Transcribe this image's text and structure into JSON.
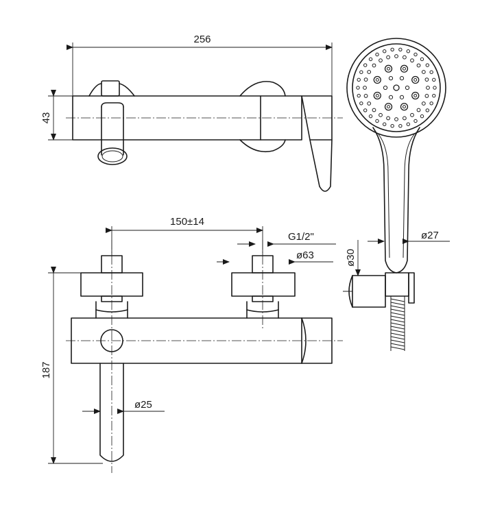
{
  "dimensions": {
    "overall_width": "256",
    "body_height": "43",
    "inlet_spacing": "150±14",
    "thread": "G1/2\"",
    "flange_diameter": "ø63",
    "spout_diameter": "ø25",
    "total_height": "187",
    "holder_diameter": "ø30",
    "handle_diameter": "ø27"
  }
}
